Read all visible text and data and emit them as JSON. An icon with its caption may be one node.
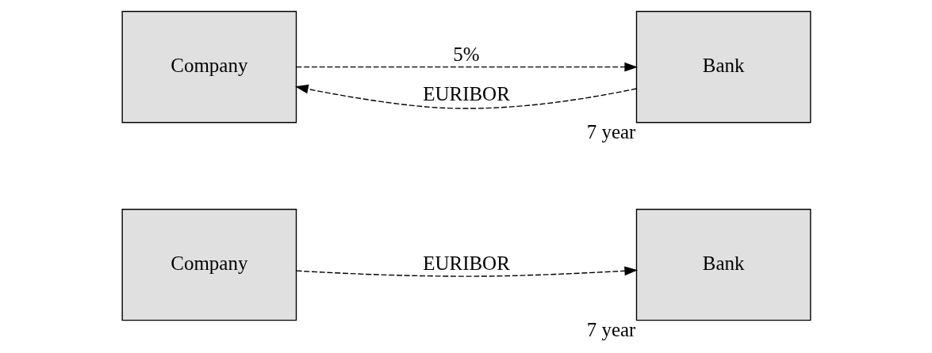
{
  "diagram": {
    "nodes": [
      {
        "text": [
          "Company"
        ]
      },
      {
        "text": [
          "Bank"
        ],
        "beside": [
          "7 year"
        ]
      },
      {
        "text": [
          "Company"
        ]
      },
      {
        "text": [
          "Bank"
        ],
        "beside": [
          "7 year"
        ]
      }
    ],
    "edges": [
      {
        "from": 0,
        "to": 1,
        "arrow": "to",
        "style": "dashed",
        "label": "EURIBOR"
      },
      {
        "from": 2,
        "to": 3,
        "arrow": "to",
        "style": "dashed",
        "label": "5%"
      },
      {
        "from": 3,
        "to": 2,
        "arrow": "to",
        "style": "dashed",
        "label": "EURIBOR"
      }
    ]
  }
}
